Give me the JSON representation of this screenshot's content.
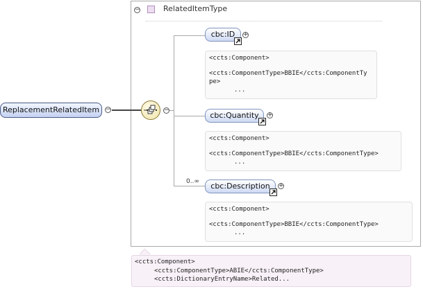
{
  "root_element": {
    "label": "ReplacementRelatedItem"
  },
  "complex_type": {
    "label": "RelatedItemType"
  },
  "children": [
    {
      "label": "cbc:ID",
      "cardinality": "",
      "doc": {
        "line1": "<ccts:Component>",
        "line2": "<ccts:ComponentType>BBIE</ccts:ComponentTy",
        "line3": "pe>",
        "more": "..."
      }
    },
    {
      "label": "cbc:Quantity",
      "cardinality": "",
      "doc": {
        "line1": "<ccts:Component>",
        "line2": "<ccts:ComponentType>BBIE</ccts:ComponentType>",
        "line3": "",
        "more": "..."
      }
    },
    {
      "label": "cbc:Description",
      "cardinality": "0..∞",
      "doc": {
        "line1": "<ccts:Component>",
        "line2": "<ccts:ComponentType>BBIE</ccts:ComponentType>",
        "line3": "",
        "more": "..."
      }
    }
  ],
  "type_doc": {
    "line1": "<ccts:Component>",
    "line2": "<ccts:ComponentType>ABIE</ccts:ComponentType>",
    "line3": "<ccts:DictionaryEntryName>Related..."
  },
  "icons": {
    "collapse": "collapse-minus-icon",
    "expand": "expand-plus-icon",
    "reference": "reference-arrow-icon",
    "sequence": "sequence-compositor-icon",
    "type": "complex-type-icon"
  },
  "colors": {
    "element_fill_top": "#f2f6ff",
    "element_fill_bottom": "#c4d2f2",
    "element_border": "#4a5b86",
    "sequence_fill": "#efe2a6",
    "type_icon": "#ecdff0",
    "doc_background": "#f8f1f7"
  }
}
